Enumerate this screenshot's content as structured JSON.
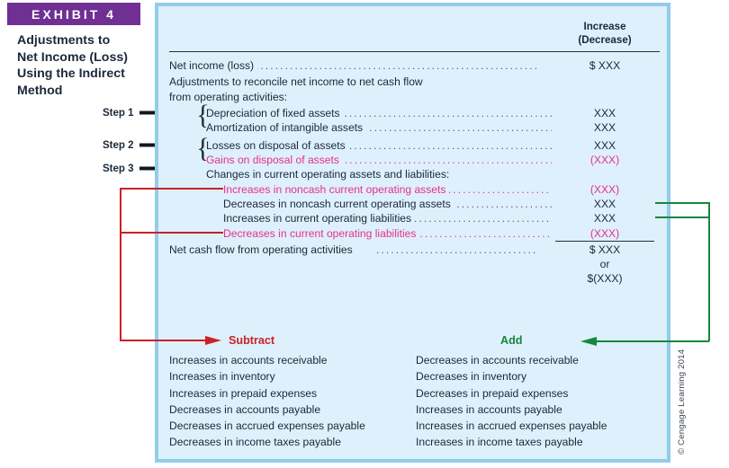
{
  "exhibit": {
    "banner": "EXHIBIT 4",
    "title_lines": [
      "Adjustments to",
      "Net Income (Loss)",
      "Using the Indirect",
      "Method"
    ]
  },
  "colors": {
    "banner_purple": "#6f2f93",
    "panel_fill": "#ddf0fb",
    "panel_border": "#91cdea",
    "magenta": "#ec2d8e",
    "subtract_red": "#cc2026",
    "add_green": "#17863f",
    "text": "#1b2838"
  },
  "steps": [
    {
      "label": "Step 1"
    },
    {
      "label": "Step 2"
    },
    {
      "label": "Step 3"
    }
  ],
  "statement": {
    "column_header_line1": "Increase",
    "column_header_line2": "(Decrease)",
    "rows": [
      {
        "label": "Net income (loss)",
        "amount": "$  XXX",
        "color": "black",
        "leader": true
      },
      {
        "label": "Adjustments to reconcile net income to net cash flow",
        "amount": "",
        "color": "black",
        "leader": false
      },
      {
        "label": "from operating activities:",
        "amount": "",
        "color": "black",
        "leader": false
      },
      {
        "label": "Depreciation of fixed assets",
        "amount": "XXX",
        "color": "black",
        "leader": true
      },
      {
        "label": "Amortization of intangible assets",
        "amount": "XXX",
        "color": "black",
        "leader": true
      },
      {
        "label": "Losses on disposal of assets",
        "amount": "XXX",
        "color": "black",
        "leader": true
      },
      {
        "label": "Gains on disposal of assets",
        "amount": "(XXX)",
        "color": "magenta",
        "leader": true
      },
      {
        "label": "Changes in current operating assets and liabilities:",
        "amount": "",
        "color": "black",
        "leader": false
      },
      {
        "label": "Increases in noncash current operating assets",
        "amount": "(XXX)",
        "color": "magenta",
        "leader": true
      },
      {
        "label": "Decreases in noncash current operating assets",
        "amount": "XXX",
        "color": "black",
        "leader": true
      },
      {
        "label": "Increases in current operating liabilities",
        "amount": "XXX",
        "color": "black",
        "leader": true
      },
      {
        "label": "Decreases in current operating liabilities",
        "amount": "(XXX)",
        "color": "magenta",
        "leader": true
      },
      {
        "label": "Net cash flow from operating activities",
        "amount": "$  XXX",
        "color": "black",
        "leader": true
      }
    ],
    "trailing_amounts": [
      "or",
      "$(XXX)"
    ]
  },
  "bottom": {
    "subtract_heading": "Subtract",
    "add_heading": "Add",
    "subtract_items": [
      "Increases in accounts receivable",
      "Increases in inventory",
      "Increases in prepaid expenses",
      "Decreases in accounts payable",
      "Decreases in accrued expenses payable",
      "Decreases in income taxes payable"
    ],
    "add_items": [
      "Decreases in accounts receivable",
      "Decreases in inventory",
      "Decreases in prepaid expenses",
      "Increases in accounts payable",
      "Increases in accrued expenses payable",
      "Increases in income taxes payable"
    ]
  },
  "copyright": "© Cengage Learning 2014"
}
